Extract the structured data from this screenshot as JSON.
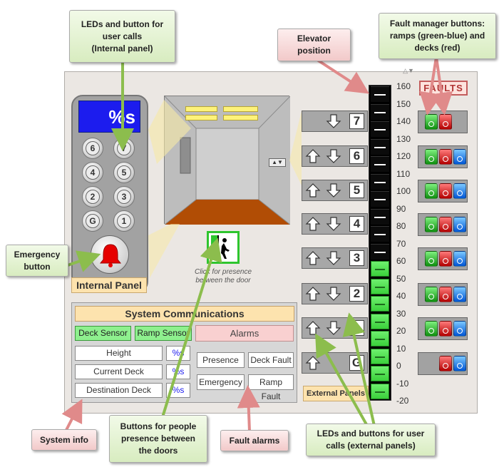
{
  "callouts": {
    "internal_leds": "LEDs and button for\nuser calls\n(Internal panel)",
    "elevator_position": "Elevator\nposition",
    "fault_manager": "Fault manager buttons:\nramps (green-blue) and\ndecks (red)",
    "emergency": "Emergency\nbutton",
    "system_info": "System info",
    "presence_buttons": "Buttons for people\npresence between\nthe doors",
    "fault_alarms": "Fault alarms",
    "external_leds": "LEDs and buttons for user\ncalls (external panels)"
  },
  "internal_panel": {
    "display": "%s",
    "buttons": [
      [
        "6",
        "7"
      ],
      [
        "4",
        "5"
      ],
      [
        "2",
        "3"
      ],
      [
        "G",
        "1"
      ]
    ],
    "label": "Internal Panel"
  },
  "presence": {
    "caption": "Click for presence\nbetween the door"
  },
  "system": {
    "title": "System Communications",
    "deck_sensor": "Deck Sensor",
    "ramp_sensor": "Ramp Sensor",
    "alarms": "Alarms",
    "rows": [
      {
        "label": "Height",
        "value": "%s"
      },
      {
        "label": "Current Deck",
        "value": "%s"
      },
      {
        "label": "Destination Deck",
        "value": "%s"
      }
    ],
    "presence": "Presence",
    "deck_fault": "Deck Fault",
    "emergency": "Emergency",
    "ramp_fault": "Ramp Fault"
  },
  "external": {
    "floors": [
      "7",
      "6",
      "5",
      "4",
      "3",
      "2",
      "1",
      "G"
    ],
    "label": "External Panels"
  },
  "gauge": {
    "ticks": [
      "160",
      "150",
      "140",
      "130",
      "120",
      "110",
      "100",
      "90",
      "80",
      "70",
      "60",
      "50",
      "40",
      "30",
      "20",
      "10",
      "0",
      "-10",
      "-20"
    ],
    "position": 60,
    "min": -20,
    "max": 160
  },
  "faults": {
    "title": "FAULTS"
  },
  "colors": {
    "lit_segment": "#3bd03b",
    "fault_red": "#d00000",
    "fault_green": "#0e8f0e",
    "fault_blue": "#0055d4"
  }
}
